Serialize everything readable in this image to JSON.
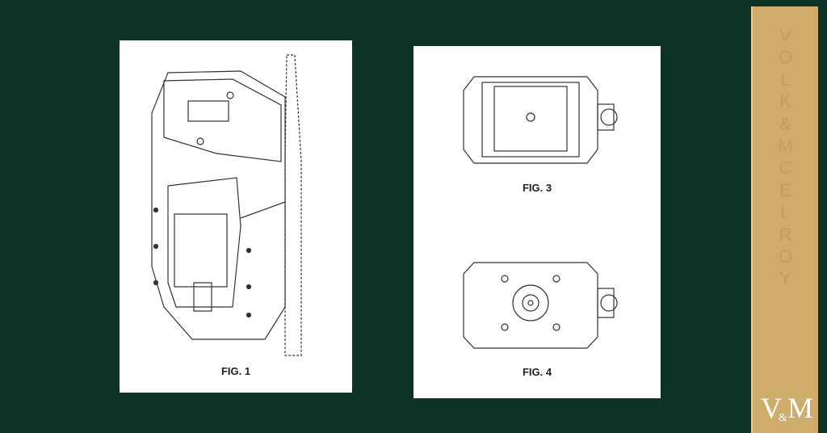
{
  "figures": [
    {
      "caption": "FIG. 1"
    },
    {
      "caption": "FIG. 3"
    },
    {
      "caption": "FIG. 4"
    }
  ],
  "brand": {
    "name_letters": [
      "V",
      "O",
      "L",
      "K",
      "&",
      "M",
      "C",
      "E",
      "L",
      "R",
      "O",
      "Y"
    ],
    "logo_left": "V",
    "logo_amp": "&",
    "logo_right": "M",
    "colors": {
      "background": "#0c3326",
      "gold": "#d0ac6b"
    }
  }
}
